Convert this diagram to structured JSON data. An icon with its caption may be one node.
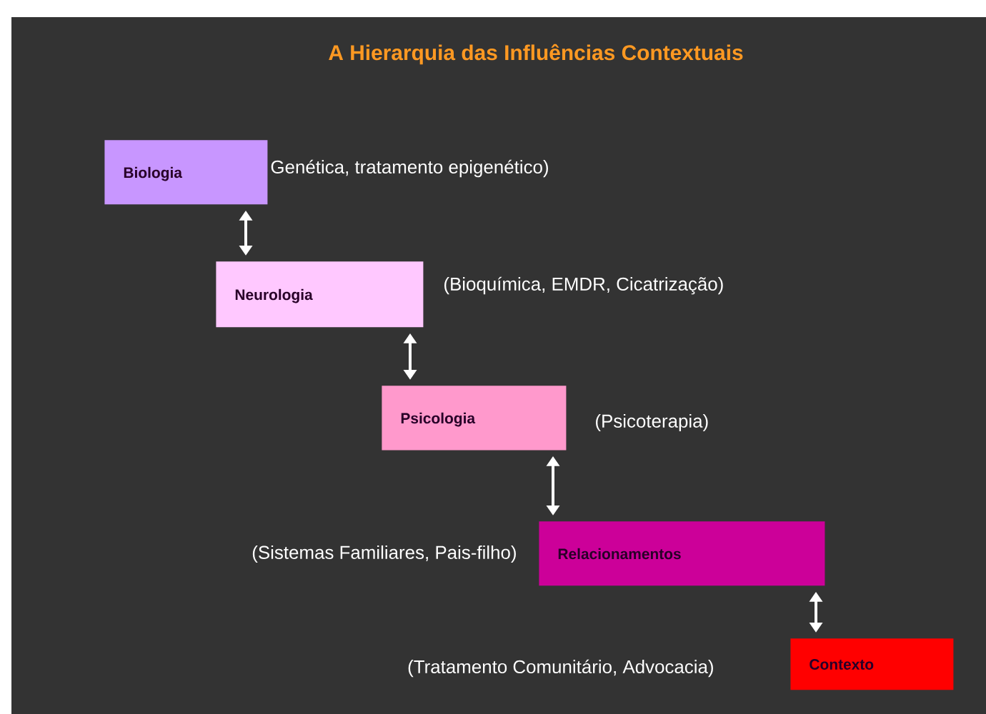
{
  "diagram": {
    "title": "A Hierarquia das Influências Contextuais",
    "nodes": [
      {
        "text": [
          "Biologia"
        ],
        "beside": [
          "Genética, tratamento epigenético)"
        ]
      },
      {
        "text": [
          "Neurologia"
        ],
        "beside": [
          "(Bioquímica, EMDR, Cicatrização)"
        ]
      },
      {
        "text": [
          "Psicologia"
        ],
        "beside": [
          "(Psicoterapia)"
        ]
      },
      {
        "text": [
          "Relacionamentos"
        ],
        "beside": [
          "(Sistemas Familiares, Pais-filho)"
        ]
      },
      {
        "text": [
          "Contexto"
        ]
      }
    ],
    "labels": [
      "(Tratamento Comunitário, Advocacia)"
    ],
    "edges": [
      {
        "from": 0,
        "to": 1,
        "arrow": "both"
      },
      {
        "from": 1,
        "to": 2,
        "arrow": "both"
      },
      {
        "from": 2,
        "to": 3,
        "arrow": "both"
      },
      {
        "from": 3,
        "to": 4,
        "arrow": "both"
      }
    ]
  }
}
